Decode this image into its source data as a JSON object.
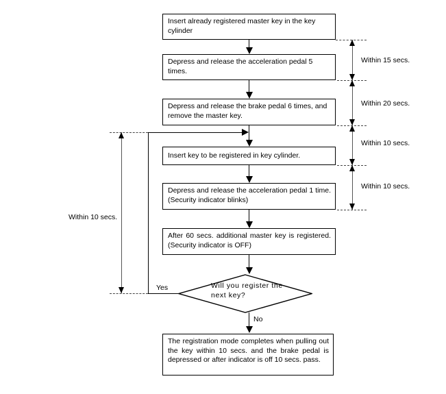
{
  "diagram": {
    "type": "flowchart",
    "title": "Master key registration procedure flowchart",
    "steps": [
      {
        "id": "step-1",
        "text": "Insert already registered master key in the key cylinder"
      },
      {
        "id": "step-2",
        "text": "Depress and release the acceleration pedal 5 times."
      },
      {
        "id": "step-3",
        "text": "Depress and release the brake pedal 6 times, and remove the master key."
      },
      {
        "id": "step-4",
        "text": "Insert key to be registered in key cylinder."
      },
      {
        "id": "step-5",
        "text": "Depress and release the acceleration pedal 1 time. (Security indicator blinks)"
      },
      {
        "id": "step-6",
        "text": "After 60 secs. additional master key is registered. (Security indicator is OFF)"
      },
      {
        "id": "step-7",
        "text": "The registration mode completes when pulling out the key within 10 secs. and the brake pedal is depressed or after indicator is off 10 secs. pass."
      }
    ],
    "decision": {
      "id": "decision-register-next-key",
      "line1": "Will you register the",
      "line2": "next key?",
      "yes_label": "Yes",
      "no_label": "No"
    },
    "timing_annotations_right": [
      {
        "id": "timing-15",
        "label": "Within 15 secs."
      },
      {
        "id": "timing-20",
        "label": "Within 20 secs."
      },
      {
        "id": "timing-10-a",
        "label": "Within 10 secs."
      },
      {
        "id": "timing-10-b",
        "label": "Within 10 secs."
      }
    ],
    "timing_annotation_left": {
      "id": "timing-10-loop",
      "label": "Within 10 secs."
    },
    "colors": {
      "stroke": "#000000",
      "background": "#ffffff",
      "dimension_line": "#555555"
    }
  }
}
